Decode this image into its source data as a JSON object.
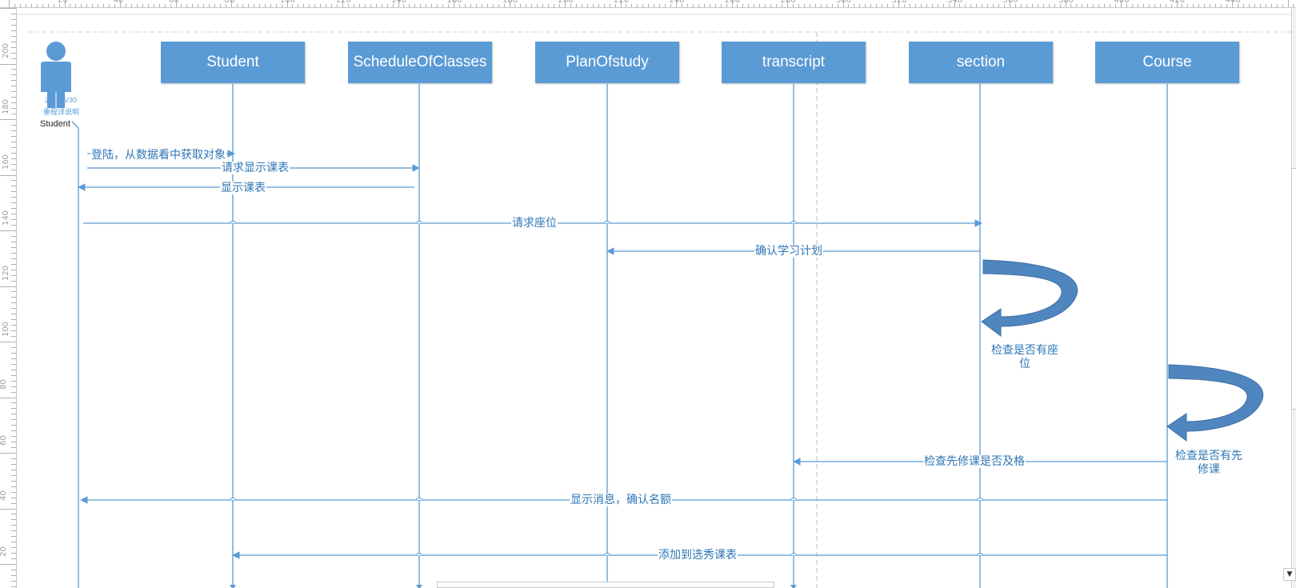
{
  "rulers": {
    "top_labels": [
      "20",
      "40",
      "60",
      "80",
      "100",
      "120",
      "140",
      "160",
      "180",
      "200",
      "220",
      "240",
      "260",
      "280",
      "300",
      "320",
      "340",
      "360",
      "380",
      "400",
      "420",
      "440"
    ],
    "left_labels": [
      "200",
      "180",
      "160",
      "140",
      "120",
      "100",
      "80",
      "60",
      "40",
      "20"
    ]
  },
  "actor": {
    "name": "Student",
    "sub_line1": "2017/5/30",
    "sub_line2": "重程详说明"
  },
  "lifelines": [
    {
      "id": "student",
      "label": "Student"
    },
    {
      "id": "schedule",
      "label": "ScheduleOfClasses"
    },
    {
      "id": "plan",
      "label": "PlanOfstudy"
    },
    {
      "id": "transcript",
      "label": "transcript"
    },
    {
      "id": "section",
      "label": "section"
    },
    {
      "id": "course",
      "label": "Course"
    }
  ],
  "messages": [
    {
      "id": "m1",
      "label": "登陆，从数据看中获取对象"
    },
    {
      "id": "m2",
      "label": "请求显示课表"
    },
    {
      "id": "m3",
      "label": "显示课表"
    },
    {
      "id": "m4",
      "label": "请求座位"
    },
    {
      "id": "m5",
      "label": "确认学习计划"
    },
    {
      "id": "m6",
      "label": "检查先修课是否及格"
    },
    {
      "id": "m7",
      "label": "显示消息，确认名额"
    },
    {
      "id": "m8",
      "label": "添加到选秀课表"
    }
  ],
  "self_notes": [
    {
      "id": "n1",
      "line1": "检查是否有座",
      "line2": "位"
    },
    {
      "id": "n2",
      "line1": "检查是否有先",
      "line2": "修课"
    }
  ],
  "colors": {
    "box_fill": "#5b9bd5",
    "line": "#5b9bd5",
    "text": "#2e75b6",
    "arrow_dark": "#41719c"
  }
}
